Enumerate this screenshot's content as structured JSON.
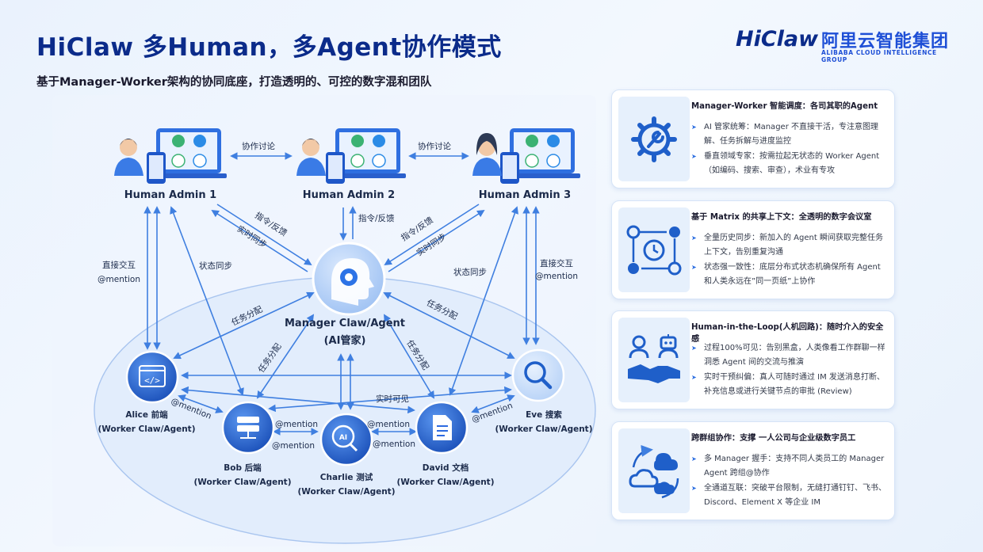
{
  "header": {
    "title": "HiClaw 多Human，多Agent协作模式",
    "subtitle": "基于Manager-Worker架构的协同底座，打造透明的、可控的数字混和团队"
  },
  "logo": {
    "brand": "HiClaw",
    "company_cn": "阿里云智能集团",
    "company_en": "ALIBABA CLOUD INTELLIGENCE GROUP"
  },
  "diagram": {
    "humans": [
      {
        "name": "Human Admin 1"
      },
      {
        "name": "Human Admin 2"
      },
      {
        "name": "Human Admin 3"
      }
    ],
    "manager": {
      "name": "Manager Claw/Agent",
      "role": "(AI管家)"
    },
    "workers": [
      {
        "name": "Alice 前端",
        "role": "(Worker Claw/Agent)"
      },
      {
        "name": "Bob 后端",
        "role": "(Worker Claw/Agent)"
      },
      {
        "name": "Charlie 测试",
        "role": "(Worker Claw/Agent)"
      },
      {
        "name": "David 文档",
        "role": "(Worker Claw/Agent)"
      },
      {
        "name": "Eve 搜索",
        "role": "(Worker Claw/Agent)"
      }
    ],
    "edge_labels": {
      "discuss_left": "协作讨论",
      "discuss_right": "协作讨论",
      "cmd_left": "指令/反馈",
      "sync_left": "实时同步",
      "cmd_center": "指令/反馈",
      "cmd_right": "指令/反馈",
      "sync_right": "实时同步",
      "direct_left": "直接交互",
      "mention_left": "@mention",
      "direct_right": "直接交互",
      "mention_right": "@mention",
      "status_left": "状态同步",
      "status_right": "状态同步",
      "assign_left": "任务分配",
      "assign_bob": "任务分配",
      "assign_david": "任务分配",
      "assign_right": "任务分配",
      "realtime_visible": "实时可见",
      "mention_alice_bob": "@mention",
      "mention_bob_charlie_1": "@mention",
      "mention_bob_charlie_2": "@mention",
      "mention_charlie_david_1": "@mention",
      "mention_charlie_david_2": "@mention",
      "mention_david_eve": "@mention"
    }
  },
  "cards": [
    {
      "icon": "gear-wrench-icon",
      "title": "Manager-Worker 智能调度：各司其职的Agent",
      "items": [
        "AI 管家统筹：Manager 不直接干活，专注意图理解、任务拆解与进度监控",
        "垂直领域专家：按需拉起无状态的 Worker Agent（如编码、搜索、审查），术业有专攻"
      ]
    },
    {
      "icon": "sync-clock-icon",
      "title": "基于 Matrix 的共享上下文：全透明的数字会议室",
      "items": [
        "全量历史同步：新加入的 Agent 瞬间获取完整任务上下文，告别重复沟通",
        "状态强一致性：底层分布式状态机确保所有 Agent 和人类永远在”同一页纸”上协作"
      ]
    },
    {
      "icon": "human-robot-handshake-icon",
      "title": "Human-in-the-Loop(人机回路)：随时介入的安全感",
      "items": [
        "过程100%可见：告别黑盒，人类像看工作群聊一样洞悉 Agent 间的交流与推演",
        "实时干预纠偏：真人可随时通过 IM 发送消息打断、补充信息或进行关键节点的审批 (Review)"
      ]
    },
    {
      "icon": "cloud-sync-icon",
      "title": "跨群组协作：支撑 一人公司与企业级数字员工",
      "items": [
        "多 Manager 握手：支持不同人类员工的 Manager Agent 跨组@协作",
        "全通道互联：突破平台限制，无缝打通钉钉、飞书、Discord、Element X 等企业 IM"
      ]
    }
  ],
  "colors": {
    "title": "#0b2b8a",
    "accent": "#2b6de0",
    "node_dark": "#1f5fc9",
    "arrow": "#3f7fe0"
  }
}
